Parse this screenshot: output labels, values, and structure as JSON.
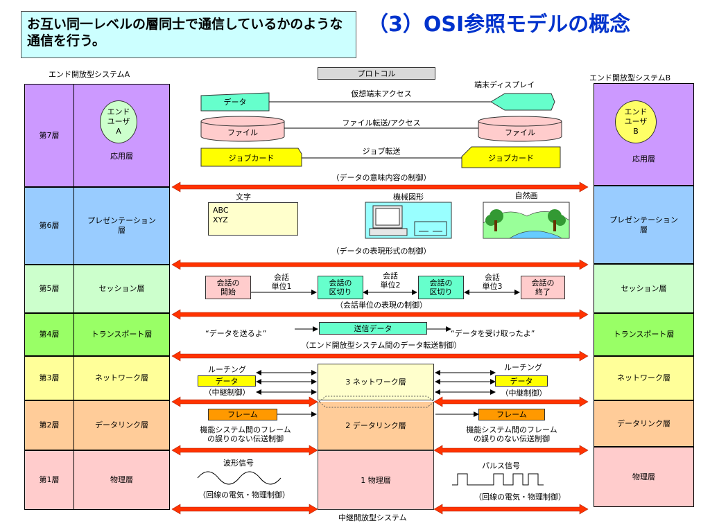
{
  "subtitle": "お互い同一レベルの層同士で通信しているかのような通信を行う。",
  "title": "（3）OSI参照モデルの概念",
  "system_a_label": "エンド開放型システムA",
  "system_b_label": "エンド開放型システムB",
  "relay_label": "中継開放型システム",
  "protocol_label": "プロトコル",
  "user_a": "エンド\nユーザ\nA",
  "user_b": "エンド\nユーザ\nB",
  "layers": [
    {
      "num": "第7層",
      "name": "応用層",
      "color": "#cc99ff"
    },
    {
      "num": "第6層",
      "name": "プレゼンテーション\n層",
      "color": "#99ccff"
    },
    {
      "num": "第5層",
      "name": "セッション層",
      "color": "#ccffcc"
    },
    {
      "num": "第4層",
      "name": "トランスポート層",
      "color": "#99ff66"
    },
    {
      "num": "第3層",
      "name": "ネットワーク層",
      "color": "#ffff99"
    },
    {
      "num": "第2層",
      "name": "データリンク層",
      "color": "#ffcc99"
    },
    {
      "num": "第1層",
      "name": "物理層",
      "color": "#ffcccc"
    }
  ],
  "relay": {
    "network": "3 ネットワーク層",
    "datalink": "2 データリンク層",
    "physical": "1 物理層"
  },
  "l7": {
    "vterm": "仮想端末アクセス",
    "terminal_display": "端末ディスプレイ",
    "data": "データ",
    "file_transfer": "ファイル転送/アクセス",
    "file": "ファイル",
    "job_transfer": "ジョブ転送",
    "jobcard": "ジョブカード",
    "control": "（データの意味内容の制御）"
  },
  "l6": {
    "text_label": "文字",
    "text_content": "ABC\nXYZ",
    "mech_label": "機械図形",
    "nature_label": "自然画",
    "control": "（データの表現形式の制御）"
  },
  "l5": {
    "start": "会話の\n開始",
    "unit1": "会話\n単位1",
    "sep": "会話の\n区切り",
    "unit2": "会話\n単位2",
    "unit3": "会話\n単位3",
    "end": "会話の\n終了",
    "control": "（会話単位の表現の制御）"
  },
  "l4": {
    "send": "“データを送るよ”",
    "tx": "送信データ",
    "recv": "“データを受け取ったよ”",
    "control": "（エンド開放型システム間のデータ転送制御）"
  },
  "l3": {
    "routing": "ルーチング",
    "data": "データ",
    "relay_ctrl": "（中継制御）"
  },
  "l2": {
    "frame": "フレーム",
    "desc": "機能システム間のフレーム\nの誤りのない伝送制御"
  },
  "l1": {
    "wave": "波形信号",
    "pulse": "パルス信号",
    "control": "（回線の電気・物理制御）"
  },
  "colors": {
    "title": "#0033cc",
    "subtitle_bg": "#ccffff",
    "arrow": "#ff3300",
    "teal": "#66ffcc",
    "pink": "#ffcccc",
    "yellow": "#ffff00",
    "orange": "#ff9900",
    "light_yellow": "#ffffcc"
  }
}
